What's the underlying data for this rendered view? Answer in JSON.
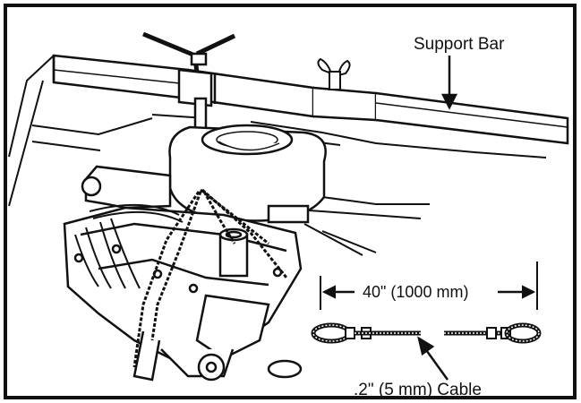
{
  "labels": {
    "support_bar": "Support Bar",
    "cable_length": "40\" (1000 mm)",
    "cable_diameter": ".2\" (5 mm) Cable"
  },
  "colors": {
    "ink": "#111111",
    "paper": "#ffffff"
  }
}
